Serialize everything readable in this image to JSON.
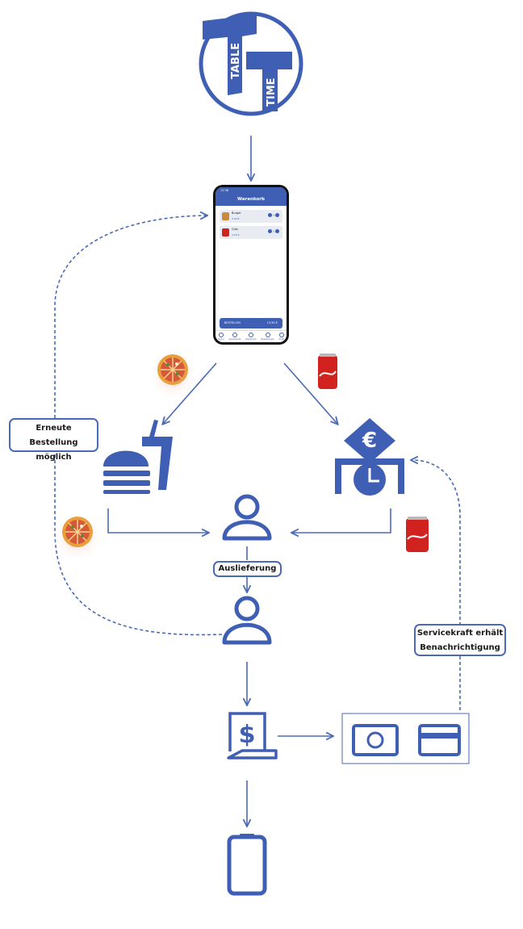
{
  "logo": {
    "word1": "TABLE",
    "word2": "TIME",
    "color": "#3f5fb5"
  },
  "phone": {
    "status_time": "11:38",
    "title": "Warenkorb",
    "items": [
      {
        "name": "Burger",
        "price": "3,00 €",
        "thumb_color": "#c98a3a"
      },
      {
        "name": "Cola",
        "price": "2,50 €",
        "thumb_color": "#d2221f"
      }
    ],
    "checkout_label": "BESTELLEN",
    "checkout_total": "13,90 €",
    "tabs": [
      "Suche",
      "Speisekarte",
      "Warenkorb",
      "Bestellungen",
      "Profil"
    ]
  },
  "labels": {
    "reorder_line1": "Erneute Bestellung",
    "reorder_line2": "möglich",
    "delivery": "Auslieferung",
    "notify_line1": "Servicekraft erhält",
    "notify_line2": "Benachrichtigung"
  },
  "icons": {
    "fast_food": "burger-drink-icon",
    "bar_counter": "euro-clock-counter-icon",
    "waiter": "person-icon",
    "guest": "person-icon",
    "bill": "dollar-receipt-icon",
    "cash": "banknote-icon",
    "card": "credit-card-icon",
    "device": "tablet-icon",
    "pizza": "pizza-icon",
    "cola": "cola-can-icon"
  },
  "colors": {
    "accent": "#3f5fb5",
    "cola_red": "#d2221f",
    "pizza": "#e9a03c"
  }
}
